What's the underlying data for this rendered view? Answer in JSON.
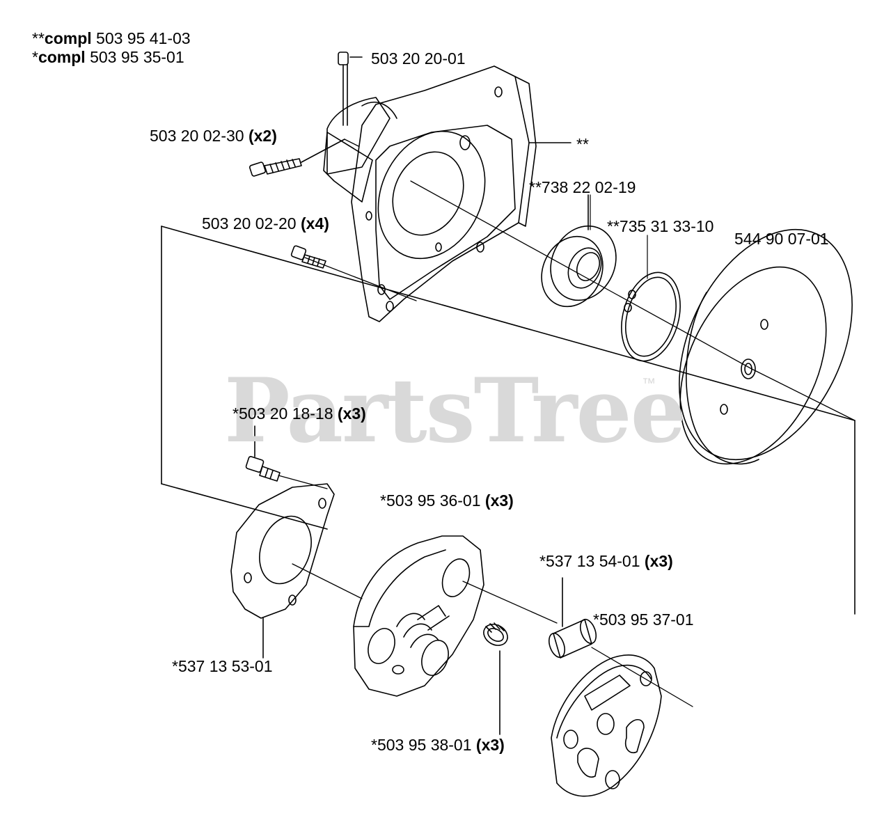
{
  "header": {
    "line1": {
      "prefix": "**",
      "bold": "compl",
      "part": " 503 95 41-03"
    },
    "line2": {
      "prefix": "*",
      "bold": "compl",
      "part": " 503 95 35-01"
    }
  },
  "labels": {
    "screw_top": {
      "part": "503 20 20-01",
      "qty": ""
    },
    "screw_side": {
      "part": "503 20 02-30 ",
      "qty": "(x2)"
    },
    "screw_lower": {
      "part": "503 20 02-20 ",
      "qty": "(x4)"
    },
    "housing": {
      "part": "**",
      "qty": ""
    },
    "bearing": {
      "part": "**738 22 02-19",
      "qty": ""
    },
    "circlip": {
      "part": "**735 31 33-10",
      "qty": ""
    },
    "drum": {
      "part": "544 90 07-01",
      "qty": ""
    },
    "shoulder_screw": {
      "part": "*503 20 18-18 ",
      "qty": "(x3)"
    },
    "shoe": {
      "part": "*503 95 36-01 ",
      "qty": "(x3)"
    },
    "sleeve": {
      "part": "*537 13 54-01 ",
      "qty": "(x3)"
    },
    "hub": {
      "part": "*503 95 37-01",
      "qty": ""
    },
    "washer_plate": {
      "part": "*537 13 53-01",
      "qty": ""
    },
    "spring": {
      "part": "*503 95 38-01 ",
      "qty": "(x3)"
    }
  },
  "watermark": {
    "text": "PartsTree",
    "mark": "™"
  },
  "colors": {
    "line": "#000000",
    "watermark": "#d9d9d9",
    "background": "#ffffff"
  }
}
